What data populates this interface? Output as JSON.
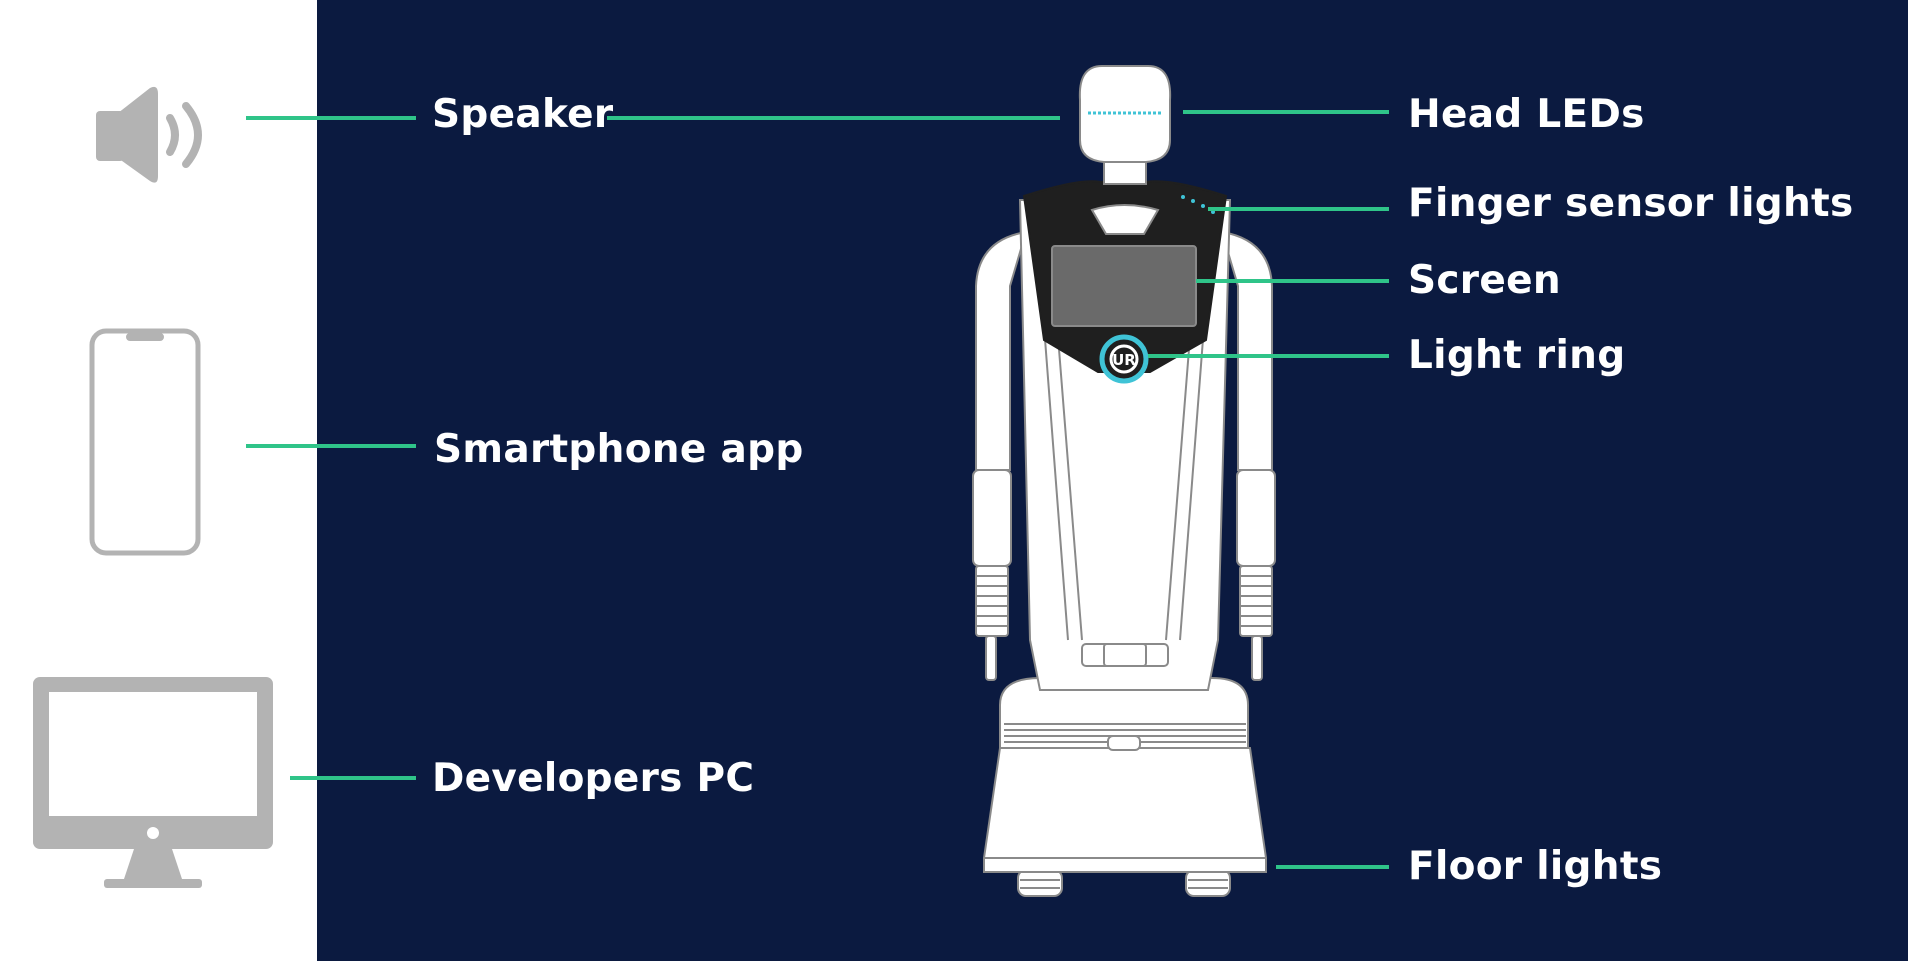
{
  "labels": {
    "speaker": "Speaker",
    "smartphone_app": "Smartphone app",
    "developers_pc": "Developers PC",
    "head_leds": "Head LEDs",
    "finger_sensor_lights": "Finger sensor lights",
    "screen": "Screen",
    "light_ring": "Light ring",
    "floor_lights": "Floor lights"
  },
  "robot_logo_text": "UR",
  "colors": {
    "background": "#0b1a40",
    "left_panel": "#ffffff",
    "leader_line": "#2fc489",
    "icon_gray": "#b3b3b3",
    "robot_body": "#ffffff",
    "robot_outline": "#8a8a8a",
    "robot_chest": "#1f1f1f",
    "robot_screen": "#6a6a6a",
    "light_accent": "#3fc3d6"
  },
  "icons": [
    "speaker-icon",
    "smartphone-icon",
    "monitor-icon"
  ]
}
